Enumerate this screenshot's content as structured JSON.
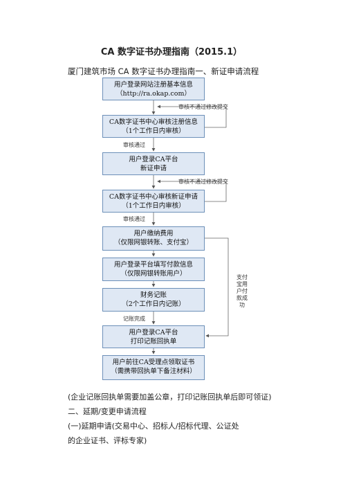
{
  "doc": {
    "title": "CA 数字证书办理指南（2015.1）",
    "intro": "厦门建筑市场 CA 数字证书办理指南一、新证申请流程"
  },
  "flow": {
    "boxes": [
      {
        "line1": "用户登录网站注册基本信息",
        "line2": "（http://ra.okap.com）"
      },
      {
        "line1": "CA数字证书中心审核注册信息",
        "line2": "（1个工作日内审核）"
      },
      {
        "line1": "用户登录CA平台",
        "line2": "新证申请"
      },
      {
        "line1": "CA数字证书中心审核新证申请",
        "line2": "（1个工作日内审核）"
      },
      {
        "line1": "用户缴纳费用",
        "line2": "（仅限网银转账、支付宝）"
      },
      {
        "line1": "用户登录平台填写付款信息",
        "line2": "（仅限网银转账用户）"
      },
      {
        "line1": "财务记账",
        "line2": "（2个工作日内记账）"
      },
      {
        "line1": "用户登录CA平台",
        "line2": "打印记账回执单"
      },
      {
        "line1": "用户前往CA受理点领取证书",
        "line2": "（需携带回执单下备注材料）"
      }
    ],
    "labels": {
      "reject1": "审核不通过修改提交",
      "pass1": "审核通过",
      "reject2": "审核不通过修改提交",
      "pass2": "审核通过",
      "recorded": "记账完成",
      "alipay": "支付宝用户付款成功"
    }
  },
  "after": {
    "note": "(企业记账回执单需要加盖公章，打印记账回执单后即可领证)",
    "section2": "二、延期/变更申请流程",
    "sub1_line1": "(一)延期申请(交易中心、招标人/招标代理、公证处",
    "sub1_line2": "的企业证书、评标专家)"
  }
}
